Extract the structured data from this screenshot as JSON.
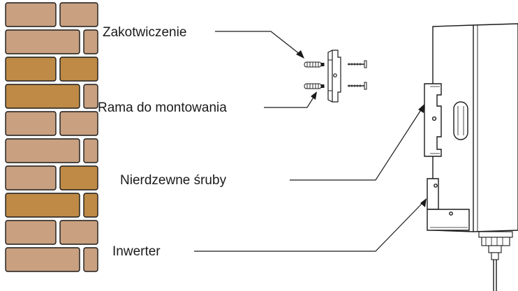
{
  "labels": {
    "anchor": "Zakotwiczenie",
    "mounting_frame": "Rama do montowania",
    "screws": "Nierdzewne śruby",
    "inverter": "Inwerter"
  },
  "colors": {
    "brick_light": "#c9a080",
    "brick_dark": "#bf8a45",
    "outline": "#1a1a1a",
    "background": "#ffffff"
  }
}
